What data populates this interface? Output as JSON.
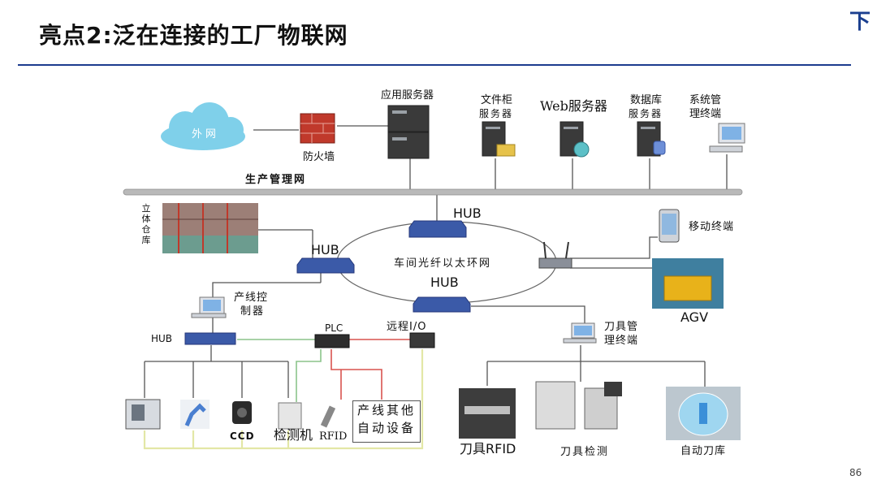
{
  "title": "亮点2:泛在连接的工厂物联网",
  "page_number": "86",
  "logo_glyph": "下",
  "colors": {
    "rule": "#1c3b8e",
    "bus": "#b9b9b9",
    "hub": "#3b5aa8",
    "red_link": "#d9534f",
    "green_link": "#8bc48a",
    "yellow_link": "#e3e7a6",
    "gray_link": "#555555",
    "cloud": "#7fd0ea",
    "agv": "#e8b21a"
  },
  "labels": {
    "cloud": "外网",
    "firewall": "防火墙",
    "app_server": "应用服务器",
    "file_server_l1": "文件柜",
    "file_server_l2": "服务器",
    "web_server": "Web服务器",
    "db_server_l1": "数据库",
    "db_server_l2": "服务器",
    "sys_terminal_l1": "系统管",
    "sys_terminal_l2": "理终端",
    "prod_net": "生产管理网",
    "warehouse": "立体仓库",
    "hub_top": "HUB",
    "hub_left": "HUB",
    "hub_bottom": "HUB",
    "ring": "车间光纤以太环网",
    "mobile": "移动终端",
    "agv": "AGV",
    "line_ctrl_l1": "产线控",
    "line_ctrl_l2": "制器",
    "hub_line": "HUB",
    "plc": "PLC",
    "remote_io": "远程I/O",
    "tool_mgmt_l1": "刀具管",
    "tool_mgmt_l2": "理终端",
    "ccd": "CCD",
    "inspector": "检测机",
    "rfid": "RFID",
    "other_l1": "产线其他",
    "other_l2": "自动设备",
    "tool_rfid": "刀具RFID",
    "tool_check": "刀具检测",
    "auto_tool": "自动刀库"
  }
}
